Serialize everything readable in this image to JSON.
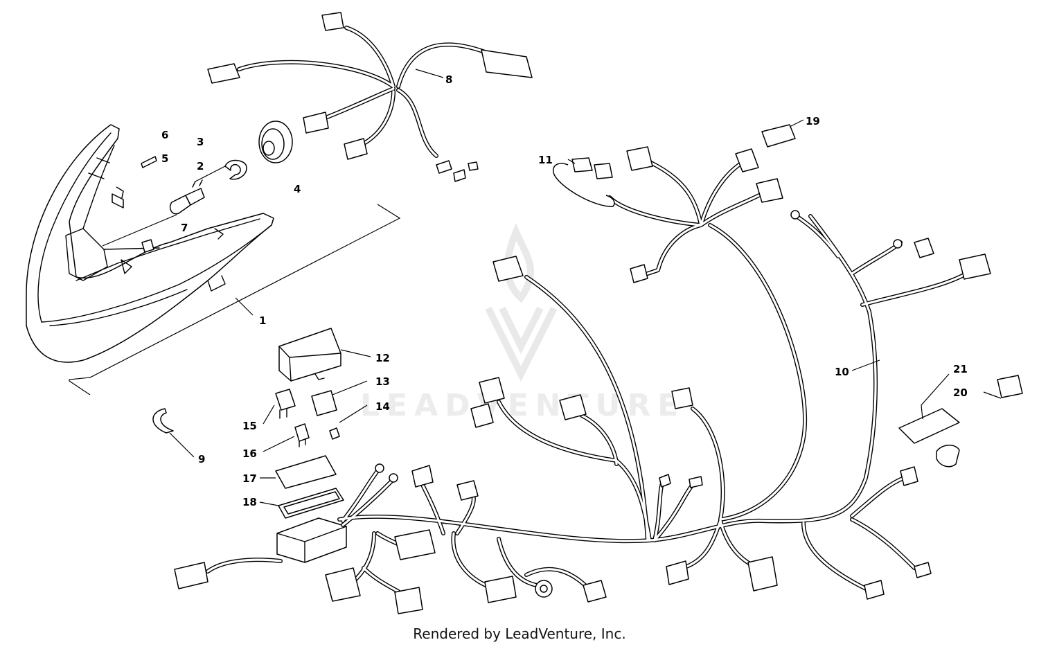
{
  "credit": "Rendered by LeadVenture, Inc.",
  "watermark": "LEADVENTURE",
  "callouts": [
    {
      "id": "1",
      "label": "1"
    },
    {
      "id": "2",
      "label": "2"
    },
    {
      "id": "3",
      "label": "3"
    },
    {
      "id": "4",
      "label": "4"
    },
    {
      "id": "5",
      "label": "5"
    },
    {
      "id": "6",
      "label": "6"
    },
    {
      "id": "7",
      "label": "7"
    },
    {
      "id": "8",
      "label": "8"
    },
    {
      "id": "9",
      "label": "9"
    },
    {
      "id": "10",
      "label": "10"
    },
    {
      "id": "11",
      "label": "11"
    },
    {
      "id": "12",
      "label": "12"
    },
    {
      "id": "13",
      "label": "13"
    },
    {
      "id": "14",
      "label": "14"
    },
    {
      "id": "15",
      "label": "15"
    },
    {
      "id": "16",
      "label": "16"
    },
    {
      "id": "17",
      "label": "17"
    },
    {
      "id": "18",
      "label": "18"
    },
    {
      "id": "19",
      "label": "19"
    },
    {
      "id": "20",
      "label": "20"
    },
    {
      "id": "21",
      "label": "21"
    }
  ]
}
